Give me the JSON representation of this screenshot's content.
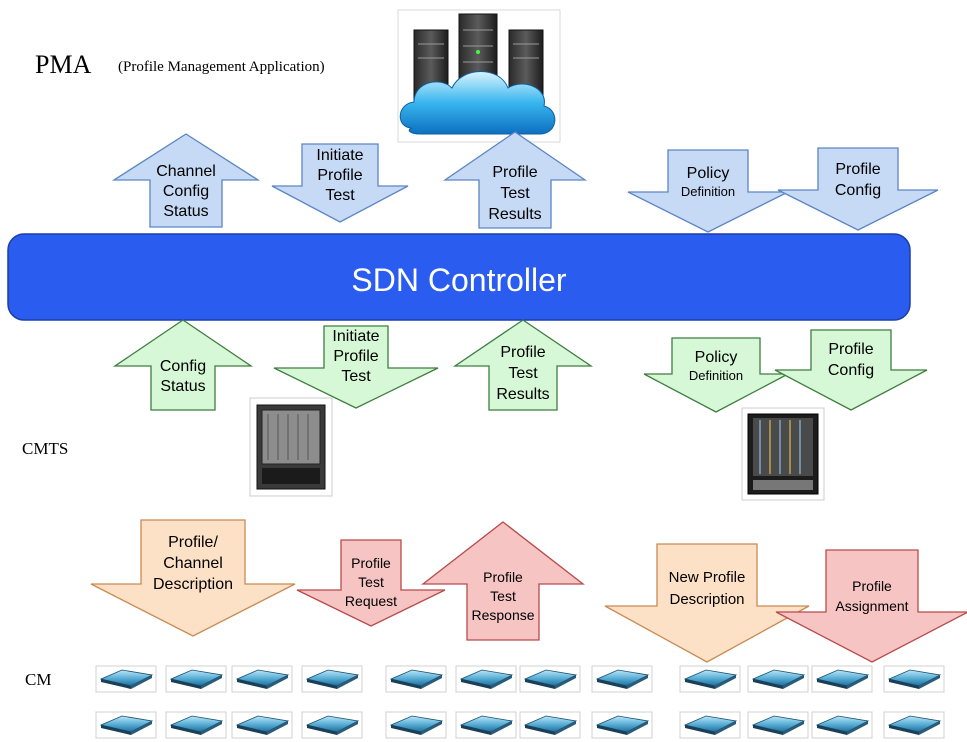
{
  "layers": {
    "pma": {
      "label": "PMA",
      "sublabel": "(Profile Management Application)"
    },
    "cmts": {
      "label": "CMTS"
    },
    "cm": {
      "label": "CM"
    }
  },
  "controller": {
    "label": "SDN Controller",
    "color": "#2a5cf0"
  },
  "palette": {
    "blue_fill": "#c6daf6",
    "blue_stroke": "#5b86c4",
    "green_fill": "#d6f8d6",
    "green_stroke": "#3f7d3f",
    "peach_fill": "#fde1c6",
    "peach_stroke": "#c98a53",
    "red_fill": "#f7c4c4",
    "red_stroke": "#b84b4b"
  },
  "arrows_pma": [
    {
      "dir": "up",
      "lines": [
        "Channel",
        "Config",
        "Status"
      ]
    },
    {
      "dir": "down",
      "lines": [
        "Initiate",
        "Profile",
        "Test"
      ]
    },
    {
      "dir": "up",
      "lines": [
        "Profile",
        "Test",
        "Results"
      ]
    },
    {
      "dir": "down",
      "lines": [
        "Policy",
        "Definition"
      ]
    },
    {
      "dir": "down",
      "lines": [
        "Profile",
        "Config"
      ]
    }
  ],
  "arrows_cmts": [
    {
      "dir": "up",
      "lines": [
        "Config",
        "Status"
      ]
    },
    {
      "dir": "down",
      "lines": [
        "Initiate",
        "Profile",
        "Test"
      ]
    },
    {
      "dir": "up",
      "lines": [
        "Profile",
        "Test",
        "Results"
      ]
    },
    {
      "dir": "down",
      "lines": [
        "Policy",
        "Definition"
      ]
    },
    {
      "dir": "down",
      "lines": [
        "Profile",
        "Config"
      ]
    }
  ],
  "arrows_cm": [
    {
      "dir": "down",
      "lines": [
        "Profile/",
        "Channel",
        "Description"
      ]
    },
    {
      "dir": "down",
      "lines": [
        "Profile",
        "Test",
        "Request"
      ]
    },
    {
      "dir": "up",
      "lines": [
        "Profile",
        "Test",
        "Response"
      ]
    },
    {
      "dir": "down",
      "lines": [
        "New Profile",
        "Description"
      ]
    },
    {
      "dir": "down",
      "lines": [
        "Profile",
        "Assignment"
      ]
    }
  ],
  "icons": {
    "cloud": "cloud-servers-icon",
    "cmts_1": "cmts-chassis-icon",
    "cmts_2": "cmts-chassis-icon",
    "modem": "cable-modem-icon"
  },
  "modem_rows": 2,
  "modems_per_row": 12
}
